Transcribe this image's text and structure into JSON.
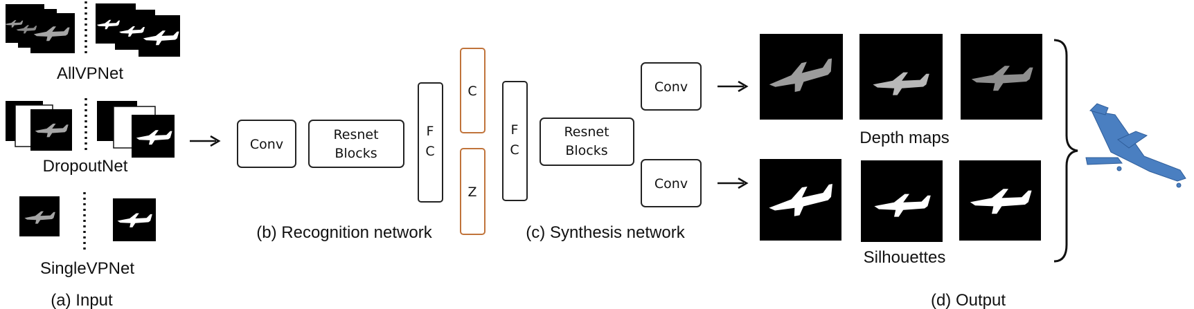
{
  "input": {
    "allvpnet_label": "AllVPNet",
    "dropoutnet_label": "DropoutNet",
    "singlevpnet_label": "SingleVPNet",
    "caption": "(a) Input"
  },
  "recognition": {
    "conv_label": "Conv",
    "resnet_label_line1": "Resnet",
    "resnet_label_line2": "Blocks",
    "fc_line1": "F",
    "fc_line2": "C",
    "caption": "(b) Recognition network"
  },
  "latent": {
    "c_label": "C",
    "z_label": "Z",
    "border_color": "#c0733a"
  },
  "synthesis": {
    "fc_line1": "F",
    "fc_line2": "C",
    "resnet_label_line1": "Resnet",
    "resnet_label_line2": "Blocks",
    "conv_top_label": "Conv",
    "conv_bottom_label": "Conv",
    "caption": "(c) Synthesis network"
  },
  "output": {
    "depth_label": "Depth maps",
    "silhouette_label": "Silhouettes",
    "caption": "(d) Output",
    "model_color": "#4a7fc1"
  }
}
